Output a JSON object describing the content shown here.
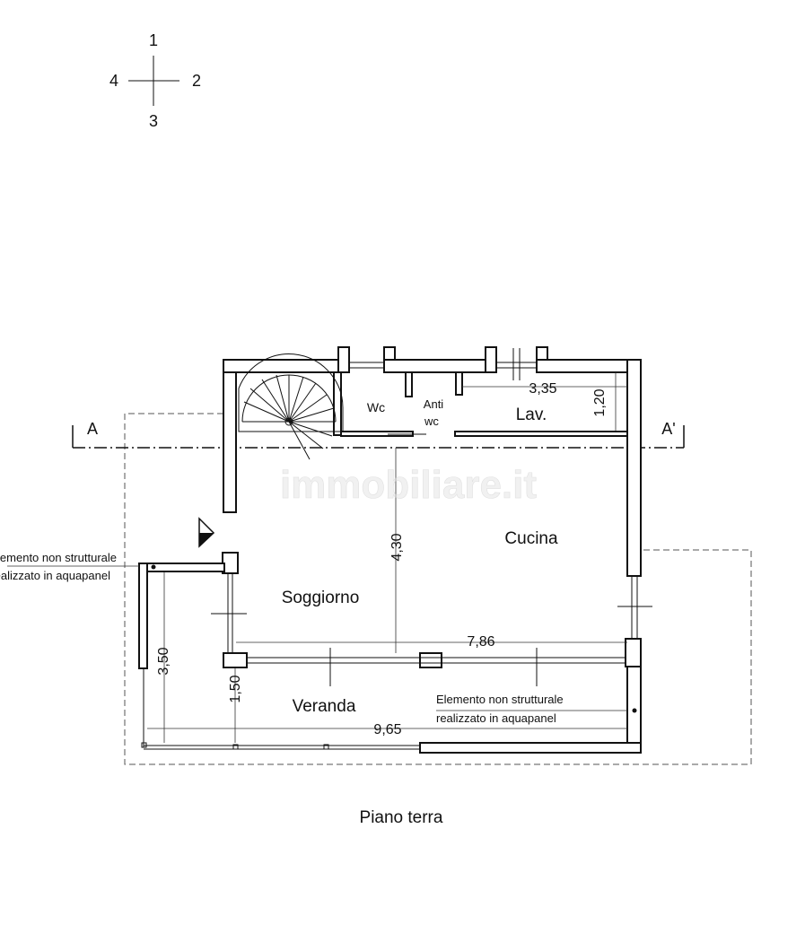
{
  "compass": {
    "north": "1",
    "east": "2",
    "south": "3",
    "west": "4"
  },
  "section": {
    "left_label": "A",
    "right_label": "A'"
  },
  "rooms": {
    "wc": "Wc",
    "antiwc_line1": "Anti",
    "antiwc_line2": "wc",
    "lav": "Lav.",
    "cucina": "Cucina",
    "soggiorno": "Soggiorno",
    "veranda": "Veranda"
  },
  "dimensions": {
    "d_335": "3,35",
    "d_120": "1,20",
    "d_430": "4,30",
    "d_786": "7,86",
    "d_350": "3,50",
    "d_150": "1,50",
    "d_965": "9,65"
  },
  "notes": {
    "left_line1": "Elemento non strutturale",
    "left_line2": "realizzato in aquapanel",
    "right_line1": "Elemento non strutturale",
    "right_line2": "realizzato in aquapanel"
  },
  "watermark": "immobiliare.it",
  "caption": "Piano terra"
}
